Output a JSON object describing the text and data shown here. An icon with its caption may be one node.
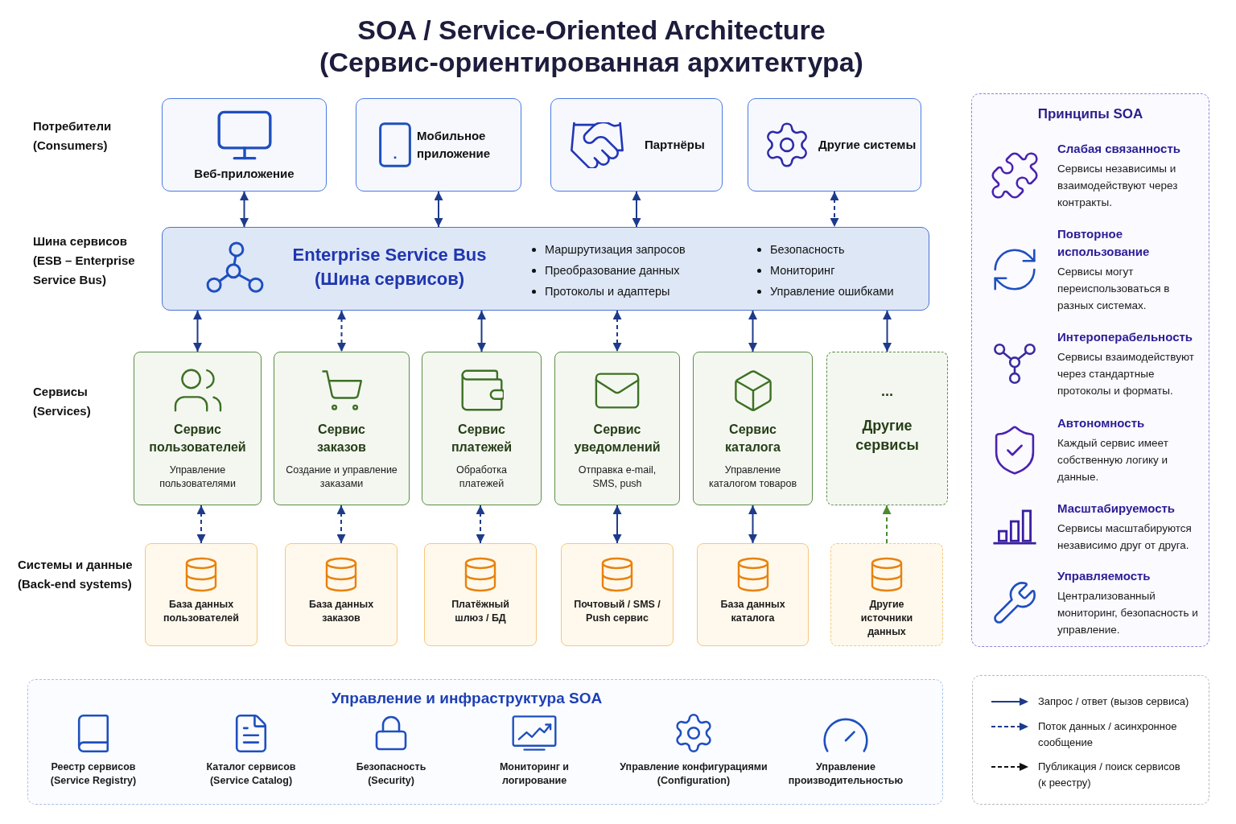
{
  "diagram": {
    "title": "SOA / Service-Oriented Architecture (Сервис-ориентированная архитектура)",
    "nodes": [
      {
        "text": [
          "Веб-приложение"
        ]
      },
      {
        "text": [
          "Мобильное приложение"
        ]
      },
      {
        "text": [
          "Партнёры"
        ]
      },
      {
        "text": [
          "Другие системы"
        ]
      },
      {
        "text": [
          "Enterprise Service Bus (Шина сервисов)",
          "Маршрутизация запросов",
          "Преобразование данных",
          "Протоколы и адаптеры",
          "Безопасность",
          "Мониторинг",
          "Управление ошибками"
        ]
      },
      {
        "text": [
          "Сервис пользователей",
          "Управление пользователями"
        ]
      },
      {
        "text": [
          "Сервис заказов",
          "Создание и управление заказами"
        ]
      },
      {
        "text": [
          "Сервис платежей",
          "Обработка платежей"
        ]
      },
      {
        "text": [
          "Сервис уведомлений",
          "Отправка e-mail, SMS, push"
        ]
      },
      {
        "text": [
          "Сервис каталога",
          "Управление каталогом товаров"
        ]
      },
      {
        "text": [
          "...",
          "Другие сервисы"
        ]
      },
      {
        "text": [
          "База данных пользователей"
        ]
      },
      {
        "text": [
          "База данных заказов"
        ]
      },
      {
        "text": [
          "Платёжный шлюз / БД"
        ]
      },
      {
        "text": [
          "Почтовый / SMS / Push сервис"
        ]
      },
      {
        "text": [
          "База данных каталога"
        ]
      },
      {
        "text": [
          "Другие источники данных"
        ]
      },
      {
        "text": [
          "Принципы SOA",
          "Слабая связанность",
          "Сервисы независимы и взаимодействуют через контракты.",
          "Повторное использование",
          "Сервисы могут переиспользоваться в разных системах.",
          "Интероперабельность",
          "Сервисы взаимодействуют через стандартные протоколы и форматы.",
          "Автономность",
          "Каждый сервис имеет собственную логику и данные.",
          "Масштабируемость",
          "Сервисы масштабируются независимо друг от друга.",
          "Управляемость",
          "Централизованный мониторинг, безопасность и управление."
        ]
      },
      {
        "text": [
          "Управление и инфраструктура SOA",
          "Реестр сервисов (Service Registry)",
          "Каталог сервисов (Service Catalog)",
          "Безопасность (Security)",
          "Мониторинг и логирование",
          "Управление конфигурациями (Configuration)",
          "Управление производительностью"
        ]
      }
    ],
    "edges": [
      {
        "from": 0,
        "to": 4,
        "arrow": "both"
      },
      {
        "from": 1,
        "to": 4,
        "arrow": "both"
      },
      {
        "from": 2,
        "to": 4,
        "arrow": "both"
      },
      {
        "from": 3,
        "to": 4,
        "arrow": "both",
        "style": "dashed"
      },
      {
        "from": 4,
        "to": 5,
        "arrow": "both"
      },
      {
        "from": 4,
        "to": 6,
        "arrow": "both",
        "style": "dashed"
      },
      {
        "from": 4,
        "to": 7,
        "arrow": "both"
      },
      {
        "from": 4,
        "to": 8,
        "arrow": "both",
        "style": "dashed"
      },
      {
        "from": 4,
        "to": 9,
        "arrow": "both"
      },
      {
        "from": 4,
        "to": 10,
        "arrow": "both"
      },
      {
        "from": 5,
        "to": 11,
        "arrow": "both",
        "style": "dashed"
      },
      {
        "from": 6,
        "to": 12,
        "arrow": "both",
        "style": "dashed"
      },
      {
        "from": 7,
        "to": 13,
        "arrow": "both",
        "style": "dashed"
      },
      {
        "from": 8,
        "to": 14,
        "arrow": "both"
      },
      {
        "from": 9,
        "to": 15,
        "arrow": "both"
      },
      {
        "from": 16,
        "to": 10,
        "arrow": "to",
        "style": "dashed",
        "color": "#4e8a2e"
      }
    ],
    "labels": [
      "Потребители (Consumers)",
      "Шина сервисов (ESB – Enterprise Service Bus)",
      "Сервисы (Services)",
      "Системы и данные (Back-end systems)"
    ],
    "legend": [
      {
        "text": "Запрос / ответ (вызов сервиса)"
      },
      {
        "text": "Поток данных / асинхронное сообщение"
      },
      {
        "text": "Публикация / поиск сервисов (к реестру)"
      }
    ]
  }
}
